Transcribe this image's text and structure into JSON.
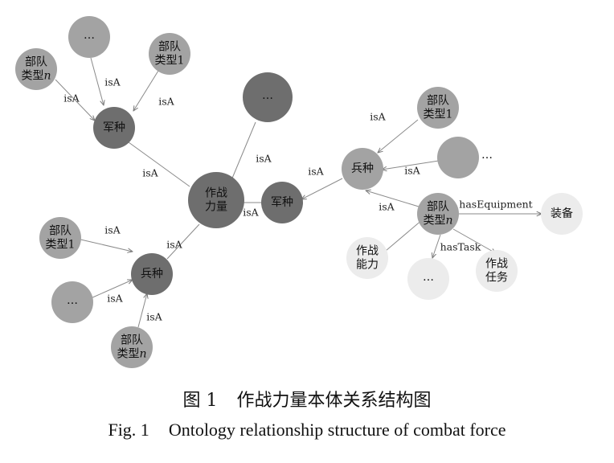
{
  "diagram": {
    "colors": {
      "dark": "#6e6e6e",
      "mid": "#a3a3a3",
      "light": "#ececec",
      "edge": "#8a8a8a",
      "text_dark": "#111111"
    },
    "nodes": {
      "center": "作战\n力量",
      "jz_upper": "军种",
      "bz_lower": "兵种",
      "jz_right": "军种",
      "bz_right": "兵种",
      "dots_top": "…",
      "bdlx1_top": "部队\n类型1",
      "bdlxn_top": "部队\n类型n",
      "dots_dark": "…",
      "bdlx1_left": "部队\n类型1",
      "dots_left": "…",
      "bdlxn_bottom": "部队\n类型n",
      "bdlx1_right": "部队\n类型1",
      "dots_right": "…",
      "bdlxn_right": "部队\n类型n",
      "zhuangbei": "装备",
      "zznl": "作战\n能力",
      "dots_task": "…",
      "zzrw": "作战\n任务"
    },
    "edge_labels": {
      "isA": "isA",
      "hasEquipment": "hasEquipment",
      "hasTask": "hasTask"
    }
  },
  "caption": {
    "zh_number": "图 1",
    "zh_title": "作战力量本体关系结构图",
    "en_number": "Fig. 1",
    "en_title": "Ontology relationship structure of combat force"
  }
}
